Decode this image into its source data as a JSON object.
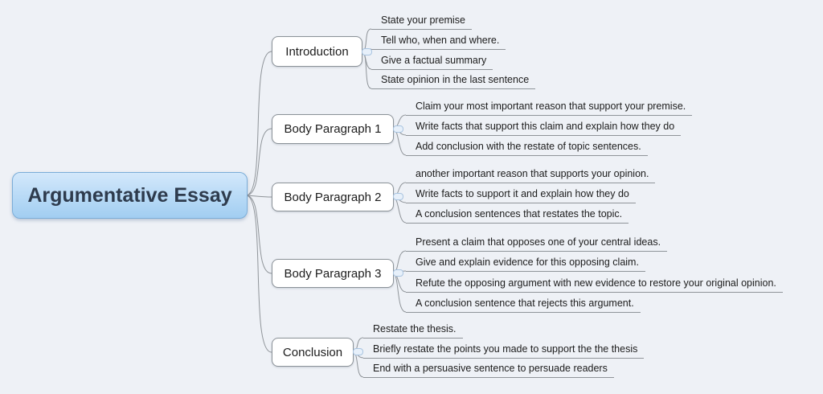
{
  "root": {
    "label": "Argumentative Essay"
  },
  "branches": [
    {
      "label": "Introduction",
      "children": [
        "State your premise",
        "Tell who, when and where.",
        "Give a factual summary",
        "State opinion in the last sentence"
      ]
    },
    {
      "label": "Body Paragraph 1",
      "children": [
        "Claim your most important reason that support your premise.",
        "Write facts that support this claim and explain how they do",
        "Add conclusion with the restate of topic sentences."
      ]
    },
    {
      "label": "Body Paragraph 2",
      "children": [
        "another important reason that supports your opinion.",
        "Write facts to support it and explain how they do",
        "A conclusion sentences that restates the topic."
      ]
    },
    {
      "label": "Body Paragraph 3",
      "children": [
        "Present a claim that opposes one of your central ideas.",
        "Give and explain evidence for this opposing claim.",
        "Refute the opposing argument with new evidence to restore your original opinion.",
        "A conclusion sentence that rejects this argument."
      ]
    },
    {
      "label": "Conclusion",
      "children": [
        "Restate the thesis.",
        "Briefly restate the points you made to support the the thesis",
        "End with a persuasive sentence to persuade readers"
      ]
    }
  ],
  "colors": {
    "background": "#eef1f6",
    "root_fill_top": "#d3e8fb",
    "root_fill_bottom": "#a2cef1",
    "root_border": "#7badd8",
    "root_text": "#2e3b4d",
    "node_border": "#8b9298",
    "line": "#8f9499",
    "text": "#1c1c1c",
    "handle_fill": "#e7f0fa",
    "handle_border": "#a9c4e0"
  }
}
